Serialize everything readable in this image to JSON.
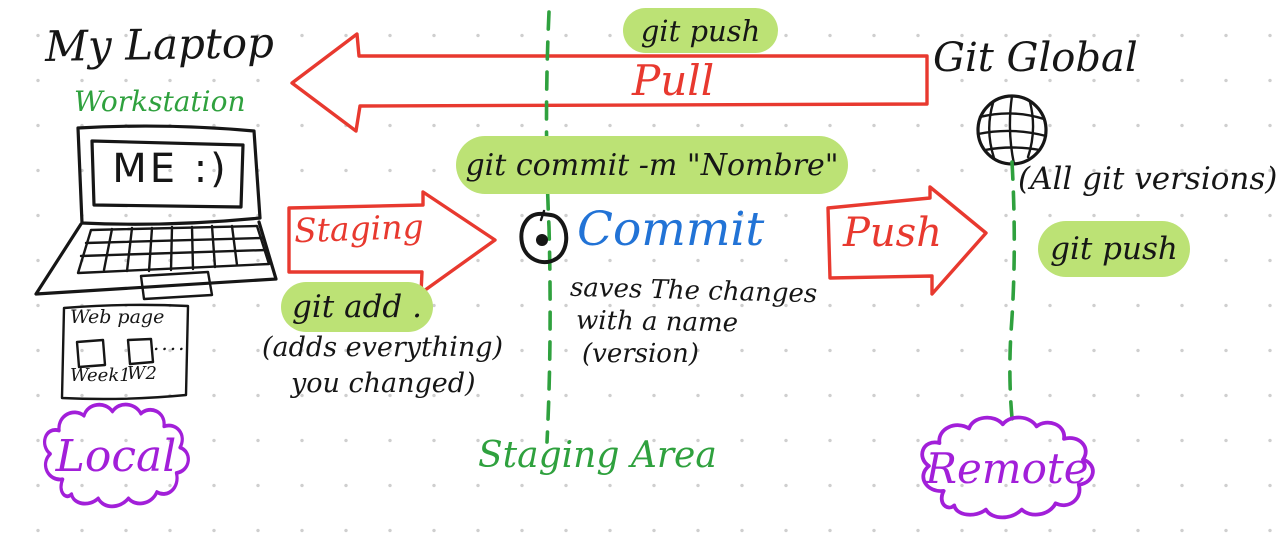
{
  "colors": {
    "ink": "#161616",
    "red": "#e8392f",
    "green": "#2fa13e",
    "pill_bg": "#bce275",
    "blue": "#2273d6",
    "purple": "#a21fd9",
    "grid_dot": "#cfcfcf"
  },
  "laptop_section": {
    "title": "My Laptop",
    "subtitle": "Workstation",
    "screen_text": "ME :)",
    "webpage": {
      "title": "Web page",
      "item1": "Week1",
      "item2": "W2",
      "more": "...."
    },
    "cloud_label": "Local"
  },
  "staging_flow": {
    "arrow_label": "Staging",
    "command": "git add .",
    "note_line1": "(adds everything)",
    "note_line2": "you changed)"
  },
  "commit_section": {
    "command": "git commit -m  \"Nombre\"",
    "label": "Commit",
    "note_line1": "saves The changes",
    "note_line2": "with a name",
    "note_line3": "(version)",
    "lane_label": "Staging Area"
  },
  "pull_flow": {
    "command": "git push",
    "arrow_label": "Pull"
  },
  "push_flow": {
    "arrow_label": "Push",
    "command": "git push"
  },
  "remote_section": {
    "title": "Git Global",
    "note": "(All git versions)",
    "cloud_label": "Remote"
  }
}
